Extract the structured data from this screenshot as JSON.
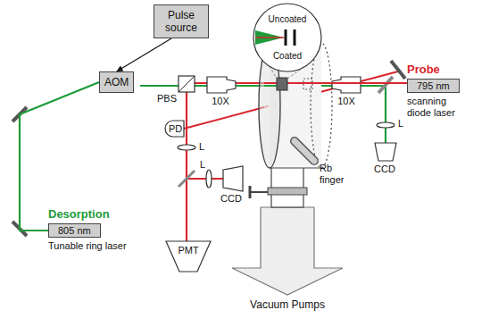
{
  "diagram": {
    "nodes": [
      {
        "text": [
          "Pulse source"
        ]
      },
      {
        "text": [
          "AOM"
        ]
      },
      {
        "text": [
          "Desorption",
          "805 nm",
          "Tunable ring laser"
        ]
      },
      {
        "text": [
          "Probe",
          "795 nm",
          "scanning diode laser"
        ]
      }
    ],
    "edges": [
      {
        "from": 0,
        "to": 1,
        "arrow": "to"
      },
      {
        "from": 2,
        "to": 1,
        "arrow": "none"
      }
    ],
    "labels": [
      "Uncoated",
      "Coated",
      "PD",
      "PBS",
      "10X",
      "10X",
      "L",
      "L",
      "CCD",
      "PMT",
      "L",
      "CCD",
      "Rb finger",
      "Vacuum Pumps"
    ]
  }
}
